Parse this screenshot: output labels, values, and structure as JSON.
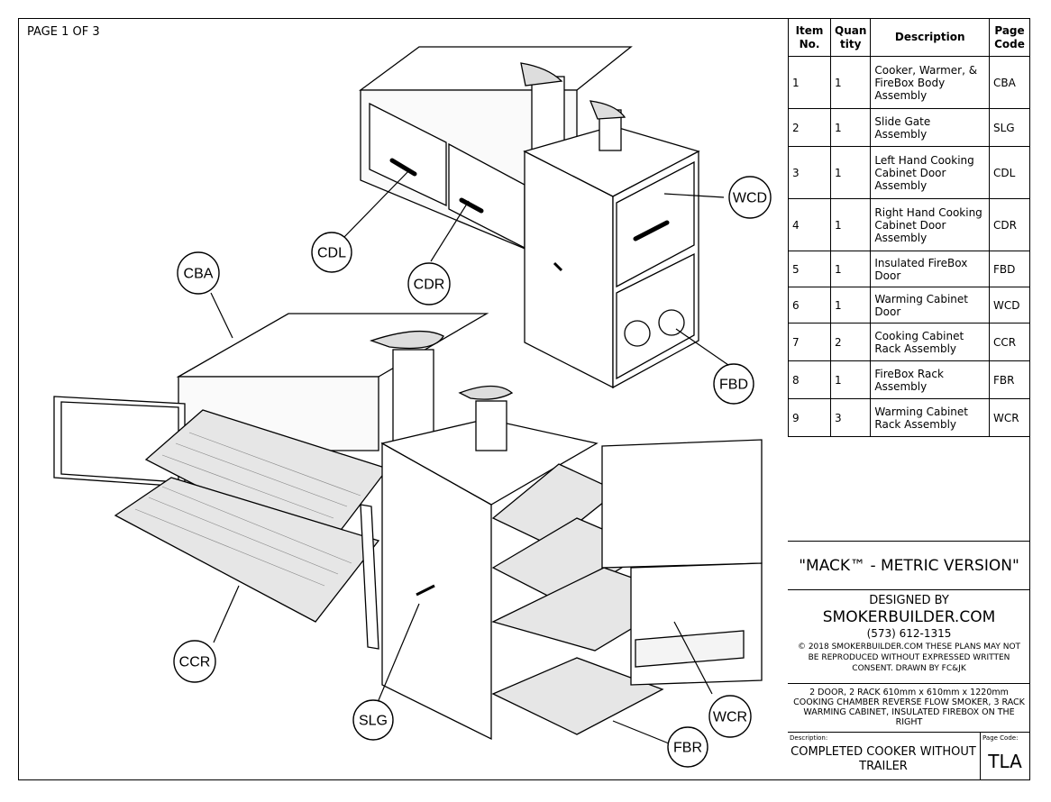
{
  "page_label": "PAGE 1 OF 3",
  "bom": {
    "headers": [
      "Item No.",
      "Quan tity",
      "Description",
      "Page Code"
    ],
    "rows": [
      {
        "item": "1",
        "qty": "1",
        "desc": "Cooker, Warmer, & FireBox Body Assembly",
        "code": "CBA"
      },
      {
        "item": "2",
        "qty": "1",
        "desc": "Slide Gate Assembly",
        "code": "SLG"
      },
      {
        "item": "3",
        "qty": "1",
        "desc": "Left Hand Cooking Cabinet Door Assembly",
        "code": "CDL"
      },
      {
        "item": "4",
        "qty": "1",
        "desc": "Right Hand Cooking Cabinet Door Assembly",
        "code": "CDR"
      },
      {
        "item": "5",
        "qty": "1",
        "desc": "Insulated FireBox Door",
        "code": "FBD"
      },
      {
        "item": "6",
        "qty": "1",
        "desc": "Warming Cabinet Door",
        "code": "WCD"
      },
      {
        "item": "7",
        "qty": "2",
        "desc": "Cooking Cabinet Rack Assembly",
        "code": "CCR"
      },
      {
        "item": "8",
        "qty": "1",
        "desc": "FireBox Rack Assembly",
        "code": "FBR"
      },
      {
        "item": "9",
        "qty": "3",
        "desc": "Warming Cabinet Rack Assembly",
        "code": "WCR"
      }
    ]
  },
  "title": "\"MACK™ - METRIC VERSION\"",
  "designer": {
    "designed_by": "DESIGNED BY",
    "company": "SMOKERBUILDER.COM",
    "phone": "(573) 612-1315",
    "copyright": "© 2018 SMOKERBUILDER.COM THESE PLANS MAY NOT BE REPRODUCED WITHOUT EXPRESSED WRITTEN CONSENT. DRAWN BY FC&JK"
  },
  "specs": "2 DOOR, 2 RACK 610mm x 610mm x 1220mm COOKING CHAMBER REVERSE FLOW SMOKER, 3 RACK WARMING CABINET, INSULATED FIREBOX ON THE RIGHT",
  "description_label": "Description:",
  "description_value": "COMPLETED COOKER WITHOUT TRAILER",
  "page_code_label": "Page Code:",
  "page_code_value": "TLA",
  "callouts": [
    "WCD",
    "CDL",
    "CDR",
    "CBA",
    "FBD",
    "CCR",
    "SLG",
    "WCR",
    "FBR"
  ]
}
